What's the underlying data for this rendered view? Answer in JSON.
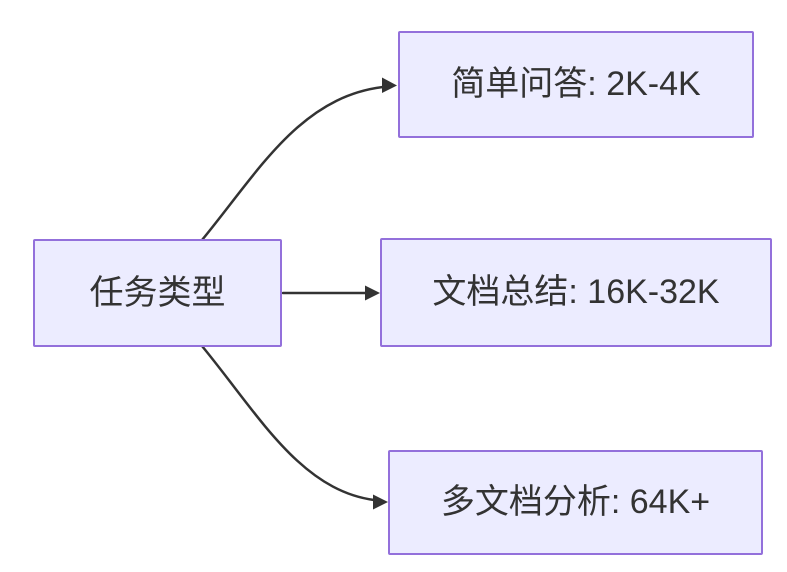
{
  "diagram": {
    "type": "flowchart-left-to-right",
    "background_color": "#ffffff",
    "colors": {
      "node_fill": "#ECECFF",
      "node_border": "#9370DB",
      "edge_line": "#333333",
      "text": "#333333"
    },
    "nodes": {
      "root": {
        "label": "任务类型"
      },
      "simple_qa": {
        "label": "简单问答: 2K-4K"
      },
      "doc_summary": {
        "label": "文档总结: 16K-32K"
      },
      "multi_doc": {
        "label": "多文档分析: 64K+"
      }
    },
    "edges": [
      {
        "from": "任务类型",
        "to": "简单问答: 2K-4K"
      },
      {
        "from": "任务类型",
        "to": "文档总结: 16K-32K"
      },
      {
        "from": "任务类型",
        "to": "多文档分析: 64K+"
      }
    ]
  }
}
